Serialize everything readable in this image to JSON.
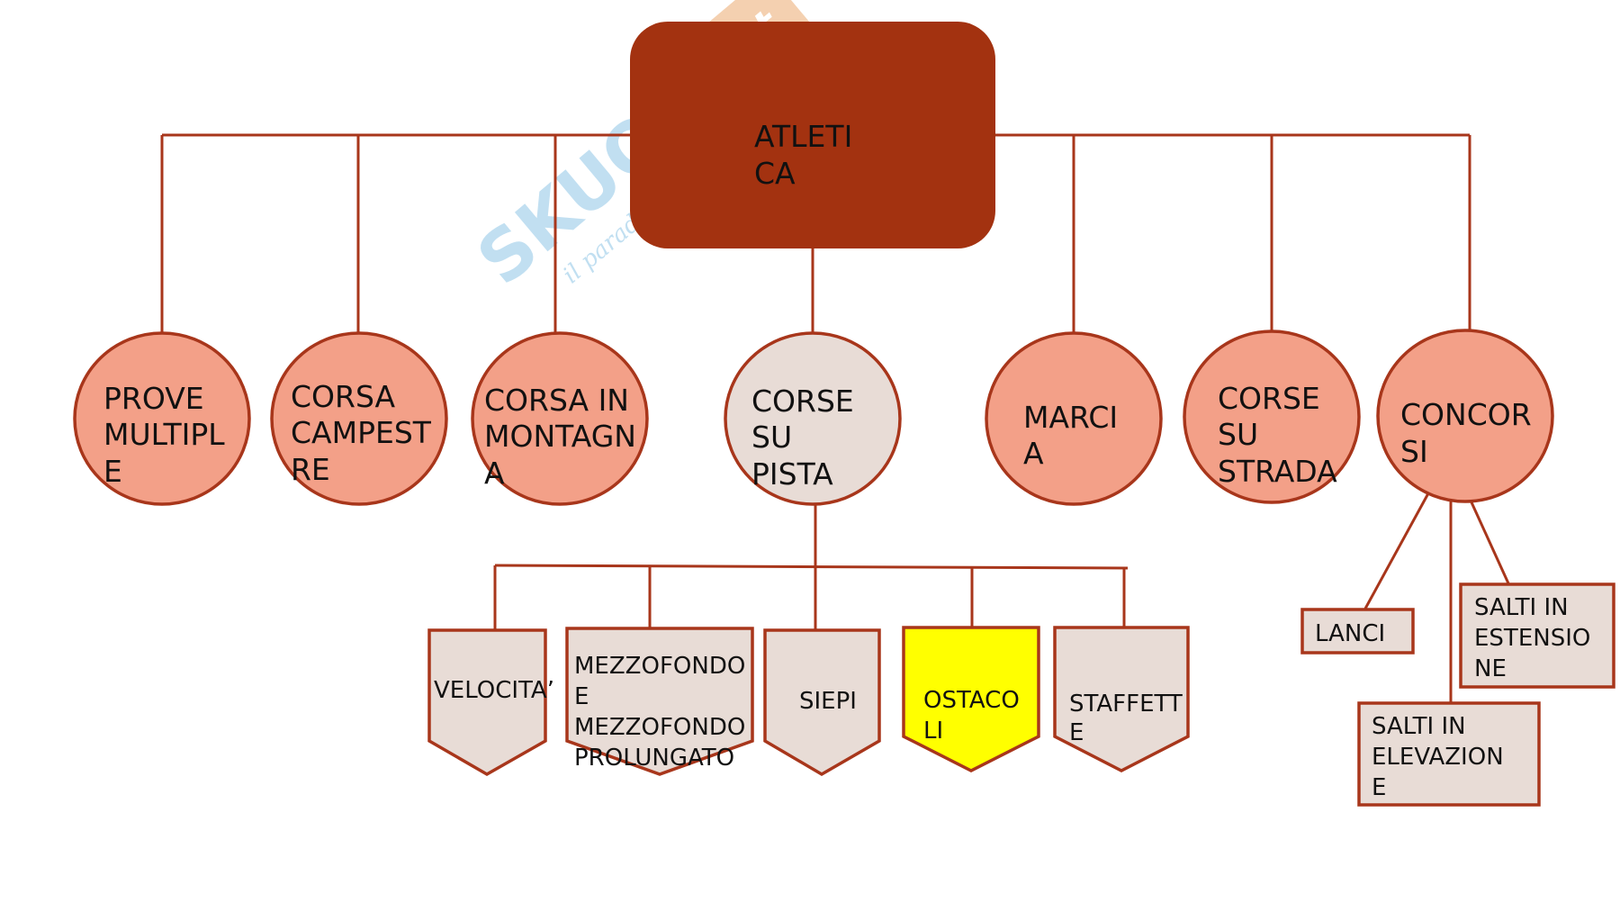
{
  "colors": {
    "line": "#A8361B",
    "root_fill": "#A33210",
    "circle_fill": "#F3A088",
    "circle_selected_fill": "#E8DCD6",
    "box_fill": "#E8DCD6",
    "highlight_fill": "#FFFF00",
    "watermark": "#4FA6D8",
    "watermark_accent": "#E07A1F"
  },
  "watermark": {
    "brand": "SKUOLA",
    "suffix": ".net",
    "tagline": "il paradiso"
  },
  "root": {
    "line1": "ATLETI",
    "line2": "CA"
  },
  "categories": [
    {
      "lines": [
        "PROVE",
        "MULTIPL",
        "E"
      ]
    },
    {
      "lines": [
        "CORSA",
        "CAMPEST",
        "RE"
      ]
    },
    {
      "lines": [
        "CORSA IN",
        "MONTAGN",
        "A"
      ]
    },
    {
      "lines": [
        "CORSE",
        "SU",
        "PISTA"
      ]
    },
    {
      "lines": [
        "MARCI",
        "A"
      ]
    },
    {
      "lines": [
        "CORSE",
        "SU",
        "STRADA"
      ]
    },
    {
      "lines": [
        "CONCOR",
        "SI"
      ]
    }
  ],
  "track_events": [
    {
      "lines": [
        "VELOCITA’"
      ]
    },
    {
      "lines": [
        "MEZZOFONDO",
        "E",
        "MEZZOFONDO",
        "PROLUNGATO"
      ]
    },
    {
      "lines": [
        "SIEPI"
      ]
    },
    {
      "lines": [
        "OSTACO",
        "LI"
      ]
    },
    {
      "lines": [
        "STAFFETT",
        "E"
      ]
    }
  ],
  "field_events": [
    {
      "lines": [
        "LANCI"
      ]
    },
    {
      "lines": [
        "SALTI IN",
        "ESTENSIO",
        "NE"
      ]
    },
    {
      "lines": [
        "SALTI IN",
        "ELEVAZION",
        "E"
      ]
    }
  ]
}
